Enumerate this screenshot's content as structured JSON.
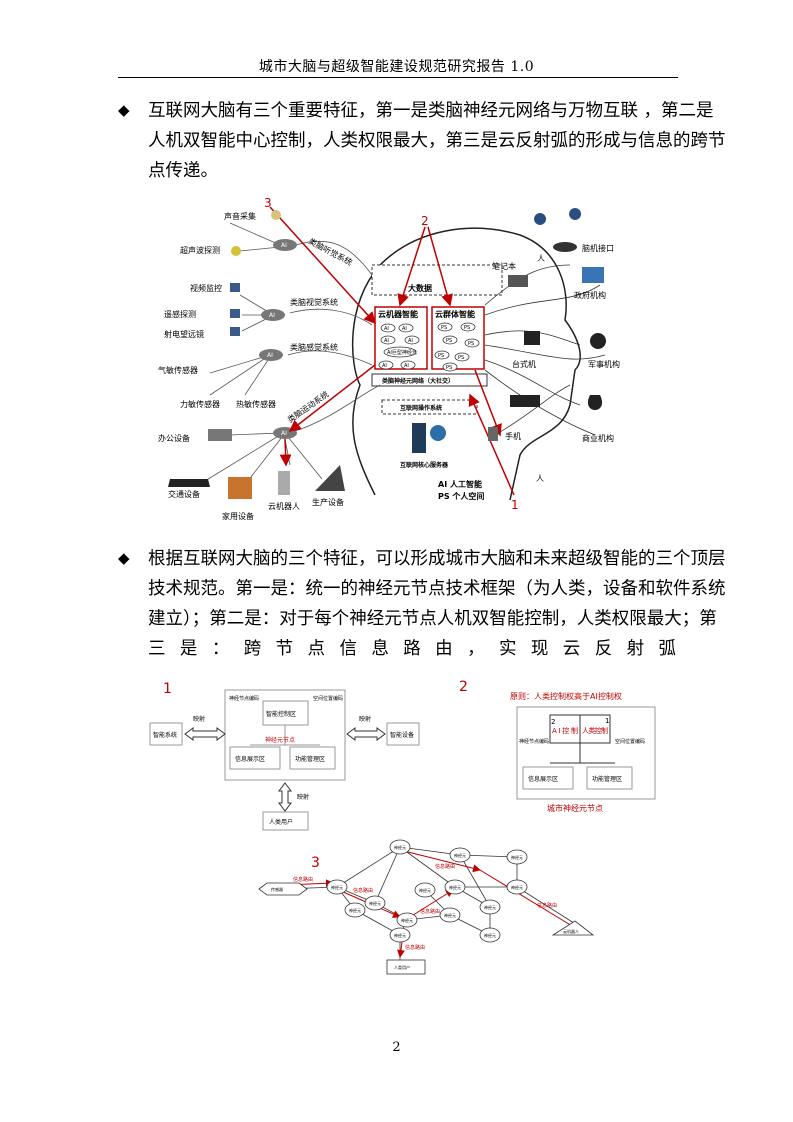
{
  "header": {
    "title": "城市大脑与超级智能建设规范研究报告 1.0"
  },
  "para1": {
    "bullet": "◆",
    "lines": [
      "互联网大脑有三个重要特征，第一是类脑神经元网络与万物互联 ，第二是",
      "人机双智能中心控制，人类权限最大，第三是云反射弧的形成与信息的跨节",
      "点传递。"
    ]
  },
  "fig1": {
    "left_devices": {
      "sound": "声音采集",
      "ultrasonic": "超声波探测",
      "video": "视频监控",
      "remote": "遥感探测",
      "radio": "射电望远镜",
      "gas": "气敏传感器",
      "force": "力敏传感器",
      "heat": "热敏传感器",
      "office": "办公设备",
      "traffic": "交通设备",
      "home": "家用设备",
      "robot": "云机器人",
      "production": "生产设备"
    },
    "systems": {
      "hearing": "类脑听觉系统",
      "vision": "类脑视觉系统",
      "sense": "类脑感觉系统",
      "motion": "类脑运动系统"
    },
    "brain": {
      "bigdata": "大数据",
      "cloud_machine": "云机器智能",
      "cloud_group": "云群体智能",
      "ai_giant": "AI巨型神经元",
      "neural_net": "类脑神经元网络（大社交）",
      "os": "互联网操作系统",
      "core_server": "互联网核心服务器"
    },
    "right_devices": {
      "notebook": "笔记本",
      "bci": "脑机接口",
      "gov": "政府机构",
      "desktop": "台式机",
      "military": "军事机构",
      "phone": "手机",
      "commerce": "商业机构",
      "person": "人"
    },
    "legend": {
      "ai": "AI 人工智能",
      "ps": "PS 个人空间"
    },
    "node_ai": "AI",
    "node_ps": "PS",
    "markers": {
      "m1": "1",
      "m2": "2",
      "m3": "3"
    }
  },
  "para2": {
    "bullet": "◆",
    "lines": [
      "根据互联网大脑的三个特征，可以形成城市大脑和未来超级智能的三个顶层",
      "技术规范。第一是：统一的神经元节点技术框架（为人类，设备和软件系统",
      "建立）；第二是：对于每个神经元节点人机双智能控制，人类权限最大；第"
    ],
    "last_tokens": [
      "三",
      "是",
      "：",
      "跨",
      "节",
      "点",
      "信",
      "息",
      "路",
      "由",
      "，",
      "实",
      "现",
      "云",
      "反",
      "射",
      "弧"
    ]
  },
  "fig2": {
    "marker": "1",
    "smart_system": "智能系统",
    "smart_device": "智能设备",
    "map_left": "映射",
    "map_right": "映射",
    "map_bottom": "映射",
    "neuron_code": "神经节点编码",
    "space_code": "空间位置编码",
    "control_zone": "智能控制区",
    "node_label": "神经元节点",
    "info_zone": "信息展示区",
    "function_zone": "功能管理区",
    "human_user": "人类用户"
  },
  "fig3": {
    "marker": "2",
    "principle": "原则：人类控制权高于AI控制权",
    "ai_control": "AI控制",
    "human_control": "人类控制",
    "num1": "1",
    "num2": "2",
    "neuron_code": "神经节点编码",
    "space_code": "空间位置编码",
    "info_zone": "信息展示区",
    "function_zone": "功能管理区",
    "caption": "城市神经元节点"
  },
  "fig4": {
    "marker": "3",
    "sender": "传感器",
    "node": "神经元",
    "route": "信息路由",
    "user": "人类用户",
    "machine": "云机器人"
  },
  "page_number": "2"
}
